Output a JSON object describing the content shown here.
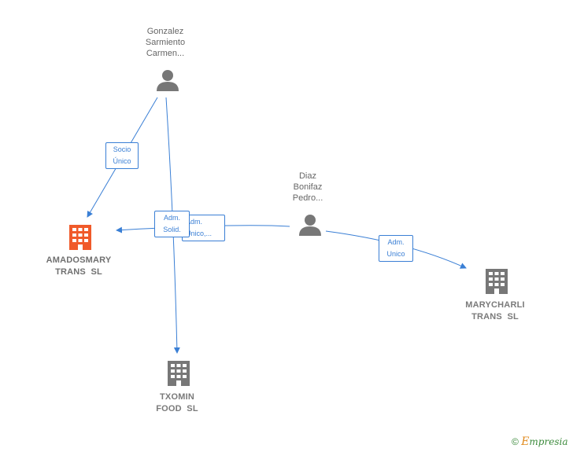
{
  "persons": [
    {
      "id": "gonzalez",
      "lines": [
        "Gonzalez",
        "Sarmiento",
        "Carmen..."
      ]
    },
    {
      "id": "diaz",
      "lines": [
        "Diaz",
        "Bonifaz",
        "Pedro..."
      ]
    }
  ],
  "companies": [
    {
      "id": "amadosmary",
      "lines": [
        "AMADOSMARY",
        "TRANS  SL"
      ],
      "focus": true
    },
    {
      "id": "marycharli",
      "lines": [
        "MARYCHARLI",
        "TRANS  SL"
      ],
      "focus": false
    },
    {
      "id": "txomin",
      "lines": [
        "TXOMIN",
        "FOOD  SL"
      ],
      "focus": false
    }
  ],
  "edges": [
    {
      "id": "socio-unico",
      "lines": [
        "Socio",
        "Único"
      ]
    },
    {
      "id": "adm-solid",
      "lines": [
        "Adm.",
        "Solid."
      ]
    },
    {
      "id": "adm-unico-amadosmary",
      "lines": [
        "Adm.",
        "Unico,..."
      ]
    },
    {
      "id": "adm-unico-marycharli",
      "lines": [
        "Adm.",
        "Unico"
      ]
    }
  ],
  "colors": {
    "edge": "#3a7fd5",
    "focus_company": "#f05a2a",
    "company": "#777777",
    "person": "#777777"
  },
  "footer": {
    "copyright": "©",
    "brand_first": "E",
    "brand_rest": "mpresia"
  }
}
